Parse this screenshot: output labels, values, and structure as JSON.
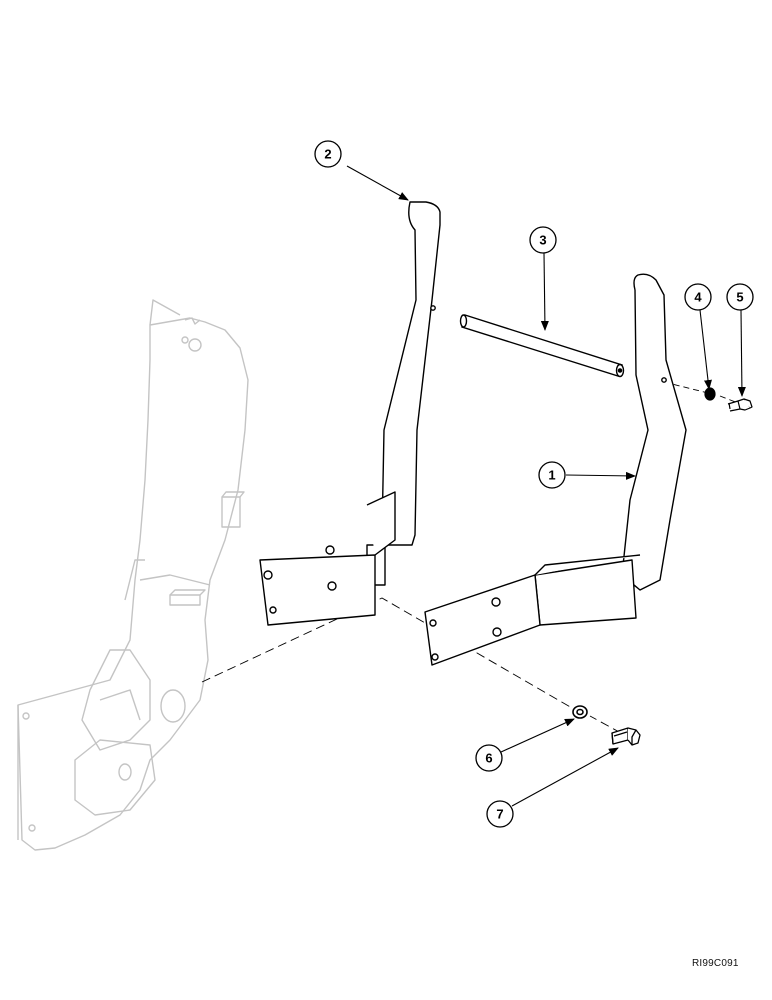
{
  "diagram": {
    "reference_code": "RI99C091",
    "callouts": [
      {
        "id": "1",
        "label": "1"
      },
      {
        "id": "2",
        "label": "2"
      },
      {
        "id": "3",
        "label": "3"
      },
      {
        "id": "4",
        "label": "4"
      },
      {
        "id": "5",
        "label": "5"
      },
      {
        "id": "6",
        "label": "6"
      },
      {
        "id": "7",
        "label": "7"
      }
    ]
  }
}
